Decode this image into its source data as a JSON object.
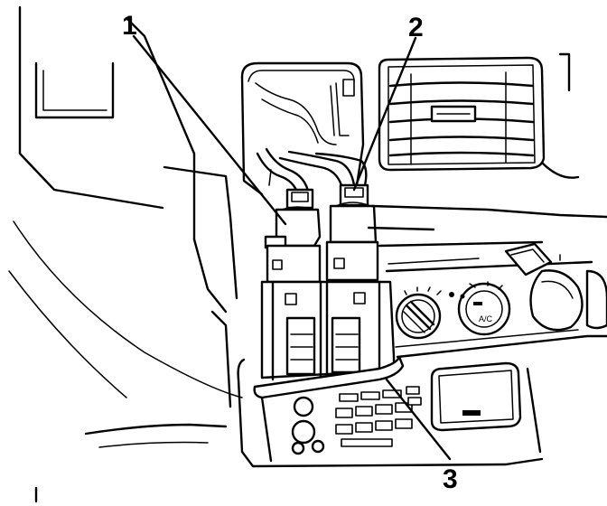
{
  "callouts": [
    {
      "label": "1"
    },
    {
      "label": "2"
    },
    {
      "label": "3"
    }
  ],
  "knob_label": "A/C",
  "colors": {
    "ink": "#000000",
    "paper": "#ffffff"
  }
}
